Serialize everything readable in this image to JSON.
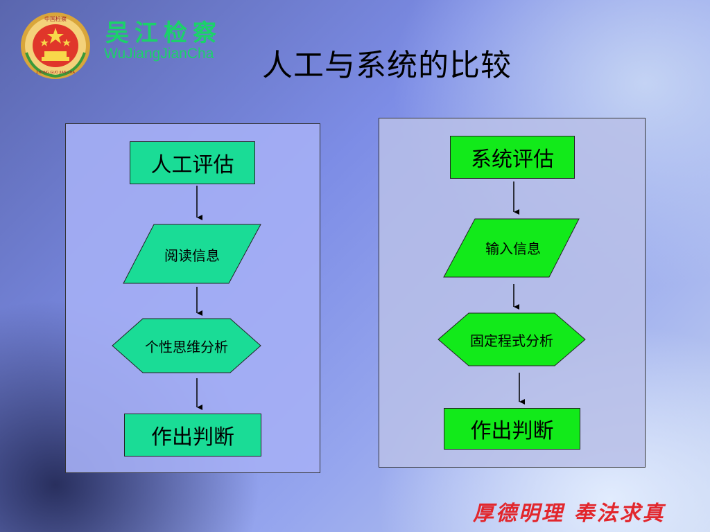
{
  "header": {
    "brand_cn": "吴江检察",
    "brand_en": "WuJiangJianCha",
    "emblem_top_text": "中国检察",
    "emblem_bottom_text": "ZHONG GUO JIAN CHA",
    "title": "人工与系统的比较"
  },
  "left_flow": {
    "start": "人工评估",
    "input": "阅读信息",
    "process": "个性思维分析",
    "end": "作出判断"
  },
  "right_flow": {
    "start": "系统评估",
    "input": "输入信息",
    "process": "固定程式分析",
    "end": "作出判断"
  },
  "footer": {
    "motto": "厚德明理 奉法求真"
  },
  "colors": {
    "brand_green": "#1bd26a",
    "left_node_fill": "#1adc96",
    "right_node_fill": "#12ea1a",
    "motto_red": "#e2262c"
  }
}
